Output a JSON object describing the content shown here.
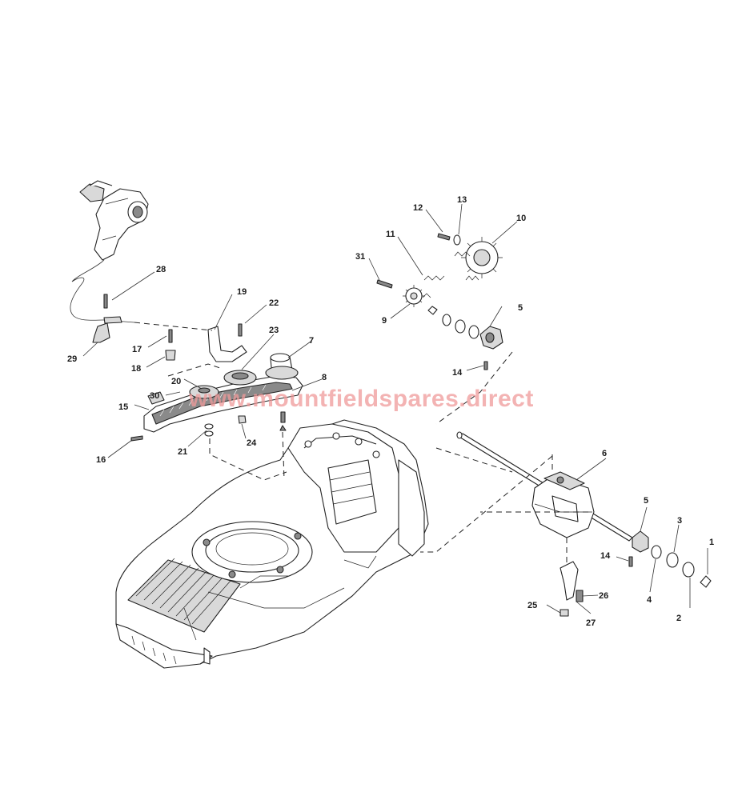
{
  "watermark": "www.mountfieldspares.direct",
  "callouts": {
    "c1": "1",
    "c2": "2",
    "c3": "3",
    "c4": "4",
    "c5a": "5",
    "c5b": "5",
    "c6": "6",
    "c7": "7",
    "c8": "8",
    "c9": "9",
    "c10": "10",
    "c11": "11",
    "c12": "12",
    "c13": "13",
    "c14a": "14",
    "c14b": "14",
    "c15": "15",
    "c16": "16",
    "c17": "17",
    "c18": "18",
    "c19": "19",
    "c20": "20",
    "c21": "21",
    "c22": "22",
    "c23": "23",
    "c24": "24",
    "c25": "25",
    "c26": "26",
    "c27": "27",
    "c28": "28",
    "c29": "29",
    "c30": "30",
    "c31": "31"
  }
}
